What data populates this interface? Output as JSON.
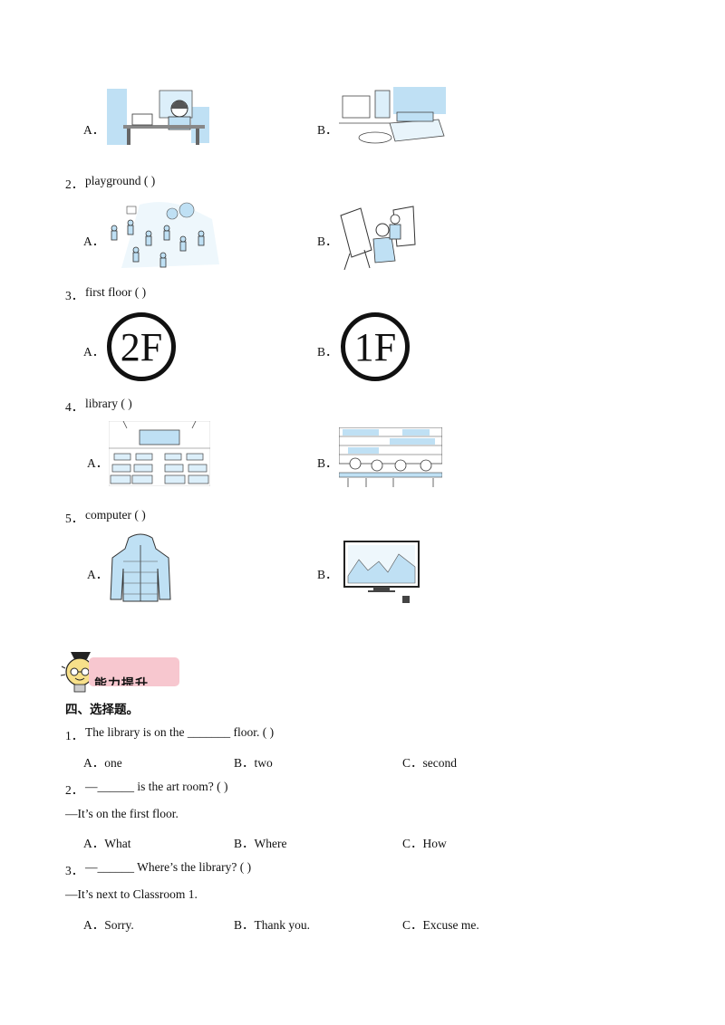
{
  "part1": {
    "q1_opts": [
      "A．",
      "B．"
    ],
    "q2": {
      "num": "2．",
      "text": "playground (          )",
      "opts": [
        "A．",
        "B．"
      ]
    },
    "q3": {
      "num": "3．",
      "text": "first floor (          )",
      "opts": [
        "A．",
        "B．"
      ],
      "badges": [
        "2F",
        "1F"
      ]
    },
    "q4": {
      "num": "4．",
      "text": "library (          )",
      "opts": [
        "A．",
        "B．"
      ]
    },
    "q5": {
      "num": "5．",
      "text": "computer (          )",
      "opts": [
        "A．",
        "B．"
      ]
    }
  },
  "banner": {
    "title": "能力提升"
  },
  "section4": {
    "heading": "四、选择题。",
    "questions": [
      {
        "num": "1．",
        "text": "The library is on the _______ floor. (     )",
        "options": [
          "A．one",
          "B．two",
          "C．second"
        ]
      },
      {
        "num": "2．",
        "text": "—______ is the art room? (     )",
        "reply": "—It’s on the first floor.",
        "options": [
          "A．What",
          "B．Where",
          "C．How"
        ]
      },
      {
        "num": "3．",
        "text": "—______ Where’s the library? (     )",
        "reply": "—It’s next to Classroom 1.",
        "options": [
          "A．Sorry.",
          "B．Thank you.",
          "C．Excuse me."
        ]
      }
    ]
  },
  "colors": {
    "accent_blue": "#bfe0f4",
    "banner_pink": "#f7c7cf",
    "line": "#444444"
  }
}
